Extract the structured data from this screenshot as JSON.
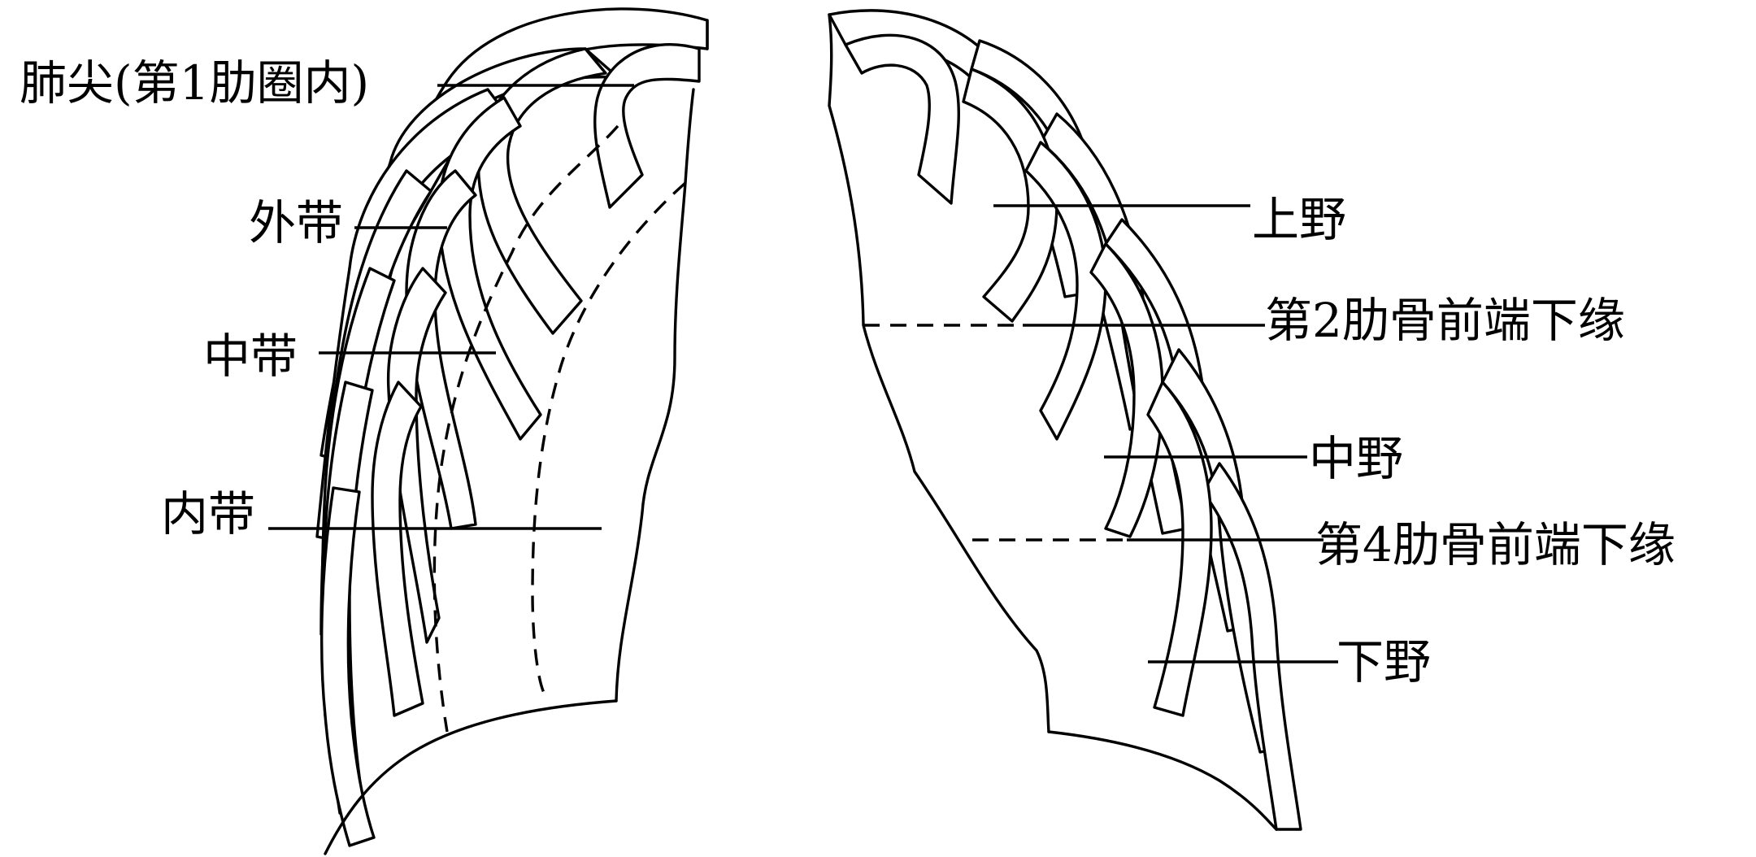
{
  "diagram": {
    "left_lung": {
      "labels": {
        "apex": "肺尖(第1肋圈内)",
        "outer_zone": "外带",
        "middle_zone": "中带",
        "inner_zone": "内带"
      }
    },
    "right_lung": {
      "labels": {
        "upper_field": "上野",
        "rib2_anterior_lower_border": "第2肋骨前端下缘",
        "middle_field": "中野",
        "rib4_anterior_lower_border": "第4肋骨前端下缘",
        "lower_field": "下野"
      }
    }
  }
}
